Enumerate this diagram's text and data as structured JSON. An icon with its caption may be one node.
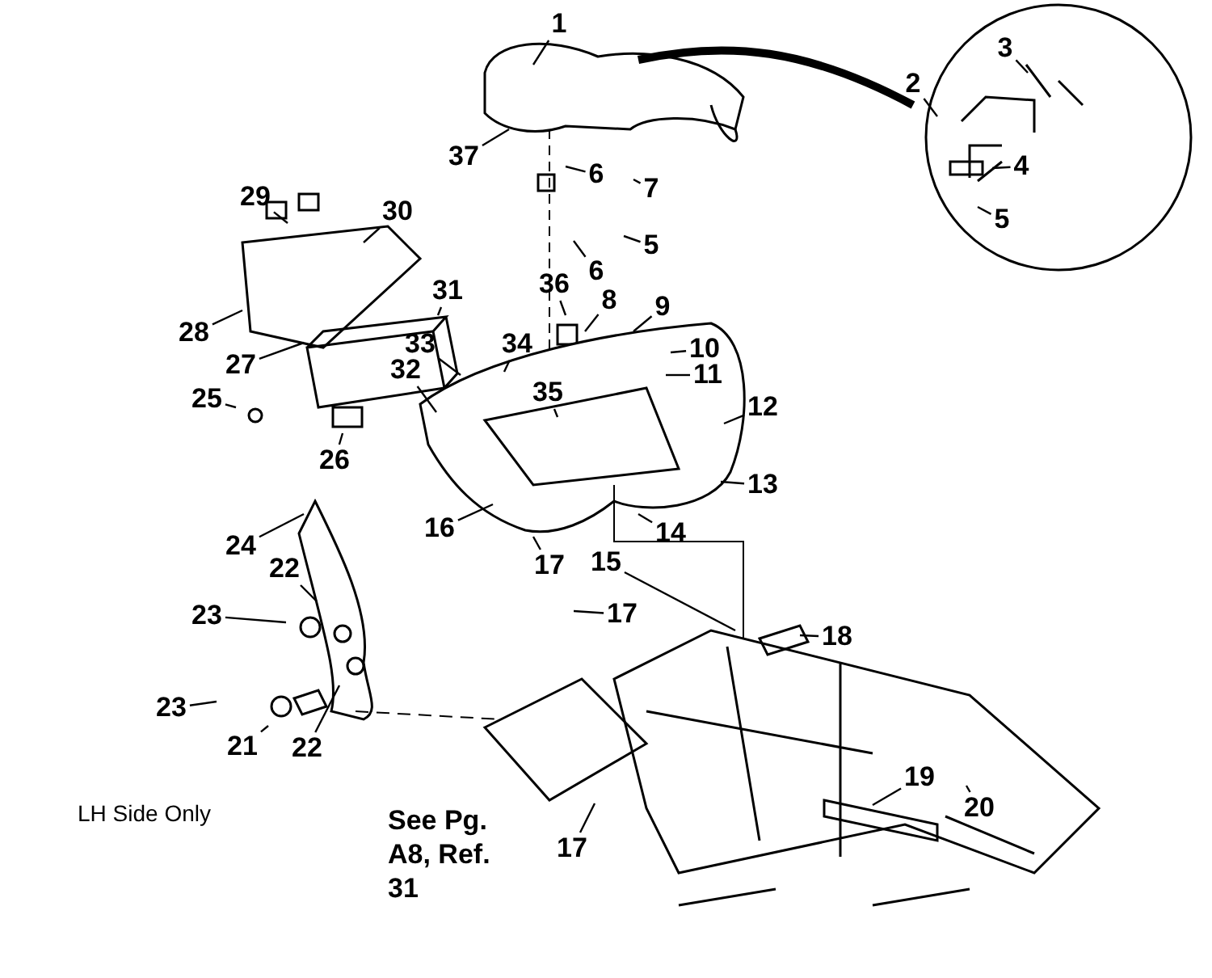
{
  "diagram": {
    "nodes": [
      {
        "text": [
          "1"
        ]
      },
      {
        "text": [
          "37"
        ]
      },
      {
        "text": [
          "6"
        ]
      },
      {
        "text": [
          "7"
        ]
      },
      {
        "text": [
          "5"
        ]
      },
      {
        "text": [
          "6"
        ]
      },
      {
        "text": [
          "3"
        ]
      },
      {
        "text": [
          "2"
        ]
      },
      {
        "text": [
          "4"
        ]
      },
      {
        "text": [
          "5"
        ]
      },
      {
        "text": [
          "29"
        ]
      },
      {
        "text": [
          "30"
        ]
      },
      {
        "text": [
          "28"
        ]
      },
      {
        "text": [
          "27"
        ]
      },
      {
        "text": [
          "31"
        ]
      },
      {
        "text": [
          "36"
        ]
      },
      {
        "text": [
          "8"
        ]
      },
      {
        "text": [
          "9"
        ]
      },
      {
        "text": [
          "33"
        ]
      },
      {
        "text": [
          "34"
        ]
      },
      {
        "text": [
          "32"
        ]
      },
      {
        "text": [
          "35"
        ]
      },
      {
        "text": [
          "10"
        ]
      },
      {
        "text": [
          "11"
        ]
      },
      {
        "text": [
          "12"
        ]
      },
      {
        "text": [
          "25"
        ]
      },
      {
        "text": [
          "26"
        ]
      },
      {
        "text": [
          "13"
        ]
      },
      {
        "text": [
          "16"
        ]
      },
      {
        "text": [
          "14"
        ]
      },
      {
        "text": [
          "24"
        ]
      },
      {
        "text": [
          "15"
        ]
      },
      {
        "text": [
          "17"
        ]
      },
      {
        "text": [
          "22"
        ]
      },
      {
        "text": [
          "23"
        ]
      },
      {
        "text": [
          "17"
        ]
      },
      {
        "text": [
          "18"
        ]
      },
      {
        "text": [
          "23"
        ]
      },
      {
        "text": [
          "21"
        ]
      },
      {
        "text": [
          "22"
        ]
      },
      {
        "text": [
          "19"
        ]
      },
      {
        "text": [
          "20"
        ]
      },
      {
        "text": [
          "17"
        ]
      }
    ],
    "edges": [
      {
        "from": 0,
        "to": null,
        "arrow": "none"
      },
      {
        "from": 1,
        "to": null,
        "arrow": "none"
      },
      {
        "from": 2,
        "to": null,
        "arrow": "none"
      },
      {
        "from": 3,
        "to": null,
        "arrow": "none"
      },
      {
        "from": 4,
        "to": null,
        "arrow": "none"
      },
      {
        "from": 5,
        "to": null,
        "arrow": "none"
      },
      {
        "from": 6,
        "to": null,
        "arrow": "none"
      },
      {
        "from": 7,
        "to": null,
        "arrow": "none"
      },
      {
        "from": 8,
        "to": null,
        "arrow": "none"
      },
      {
        "from": 9,
        "to": null,
        "arrow": "none"
      },
      {
        "from": 10,
        "to": null,
        "arrow": "none"
      },
      {
        "from": 11,
        "to": null,
        "arrow": "none"
      },
      {
        "from": 12,
        "to": null,
        "arrow": "none"
      },
      {
        "from": 13,
        "to": null,
        "arrow": "none"
      },
      {
        "from": 14,
        "to": null,
        "arrow": "none"
      },
      {
        "from": 15,
        "to": null,
        "arrow": "none"
      },
      {
        "from": 16,
        "to": null,
        "arrow": "none"
      },
      {
        "from": 17,
        "to": null,
        "arrow": "none"
      },
      {
        "from": 18,
        "to": null,
        "arrow": "none"
      },
      {
        "from": 19,
        "to": null,
        "arrow": "none"
      },
      {
        "from": 20,
        "to": null,
        "arrow": "none"
      },
      {
        "from": 21,
        "to": null,
        "arrow": "none"
      },
      {
        "from": 22,
        "to": null,
        "arrow": "none"
      },
      {
        "from": 23,
        "to": null,
        "arrow": "none"
      },
      {
        "from": 24,
        "to": null,
        "arrow": "none"
      },
      {
        "from": 25,
        "to": null,
        "arrow": "none"
      },
      {
        "from": 26,
        "to": null,
        "arrow": "none"
      },
      {
        "from": 27,
        "to": null,
        "arrow": "none"
      },
      {
        "from": 28,
        "to": null,
        "arrow": "none"
      },
      {
        "from": 29,
        "to": null,
        "arrow": "none"
      },
      {
        "from": 30,
        "to": null,
        "arrow": "none"
      },
      {
        "from": 31,
        "to": null,
        "arrow": "none"
      },
      {
        "from": 32,
        "to": null,
        "arrow": "none"
      },
      {
        "from": 33,
        "to": null,
        "arrow": "none"
      },
      {
        "from": 34,
        "to": null,
        "arrow": "none"
      },
      {
        "from": 35,
        "to": null,
        "arrow": "none"
      },
      {
        "from": 36,
        "to": null,
        "arrow": "none"
      },
      {
        "from": 37,
        "to": null,
        "arrow": "none"
      },
      {
        "from": 38,
        "to": null,
        "arrow": "none"
      },
      {
        "from": 39,
        "to": null,
        "arrow": "none"
      },
      {
        "from": 40,
        "to": null,
        "arrow": "none"
      },
      {
        "from": 41,
        "to": null,
        "arrow": "none"
      },
      {
        "from": 42,
        "to": null,
        "arrow": "none"
      }
    ],
    "labels": [
      "LH Side Only",
      "See Pg. A8, Ref. 31"
    ]
  }
}
